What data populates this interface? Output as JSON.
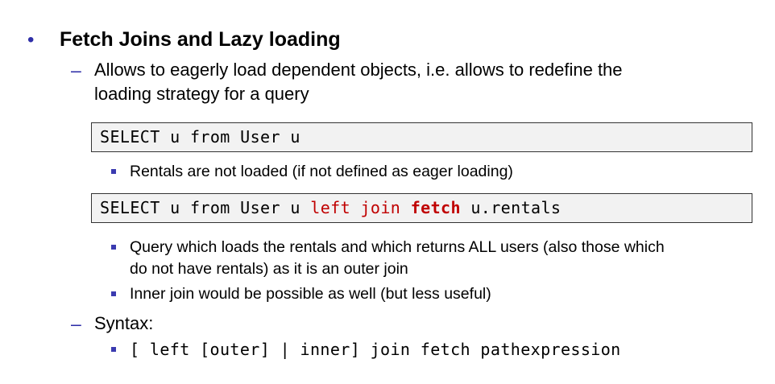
{
  "slide": {
    "heading": "Fetch Joins and Lazy loading",
    "item1": {
      "line1": "Allows to eagerly load dependent objects, i.e. allows to redefine the",
      "line2": "loading strategy for a query"
    },
    "code1": "SELECT u from User u",
    "note1": "Rentals are not loaded (if not defined as eager loading)",
    "code2": {
      "plain_start": "SELECT u from User u ",
      "red": "left join",
      "space": " ",
      "red_bold": "fetch",
      "plain_end": " u.rentals"
    },
    "note2": {
      "line1": "Query which loads the rentals and which returns ALL users (also those which",
      "line2": "do not have rentals) as it is an outer join"
    },
    "note3": "Inner join would be possible as well (but less useful)",
    "item2": "Syntax:",
    "syntax": "[ left [outer] | inner] join fetch pathexpression",
    "bullet_glyph": "•",
    "dash_glyph": "–",
    "colors": {
      "bullet": "#2f2fa8",
      "keyword": "#c00000",
      "code_bg": "#f2f2f2"
    }
  }
}
